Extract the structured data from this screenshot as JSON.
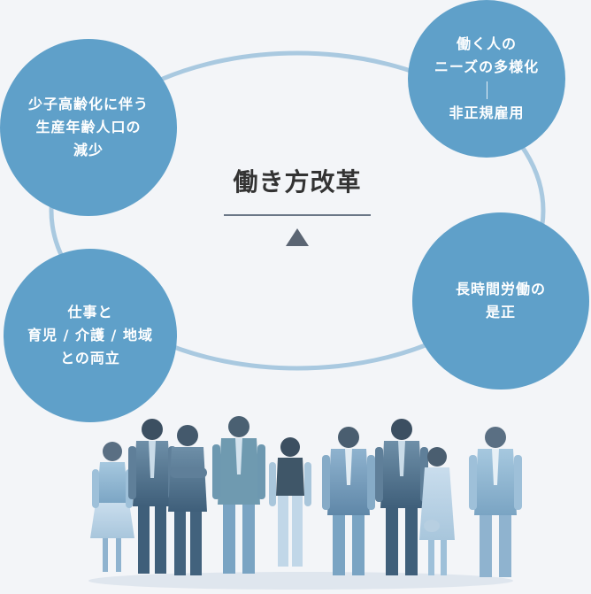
{
  "diagram": {
    "center_title": "働き方改革",
    "circles": {
      "top_left": {
        "lines": [
          "少子高齢化に伴う",
          "生産年齢人口の",
          "減少"
        ]
      },
      "top_right": {
        "lines": [
          "働く人の",
          "ニーズの多様化"
        ],
        "lines_after_separator": [
          "非正規雇用"
        ]
      },
      "bottom_right": {
        "lines": [
          "長時間労働の",
          "是正"
        ]
      },
      "bottom_left": {
        "lines": [
          "仕事と",
          "育児 / 介護 / 地域",
          "との両立"
        ]
      }
    }
  },
  "colors": {
    "circle_fill": "#5fa0c9",
    "ring_stroke": "#a9c9e0",
    "background": "#f3f5f8",
    "title_text": "#333333",
    "rule": "#6b7787",
    "arrow": "#5b6573"
  },
  "image": {
    "subject": "group-of-business-people-figurines"
  }
}
